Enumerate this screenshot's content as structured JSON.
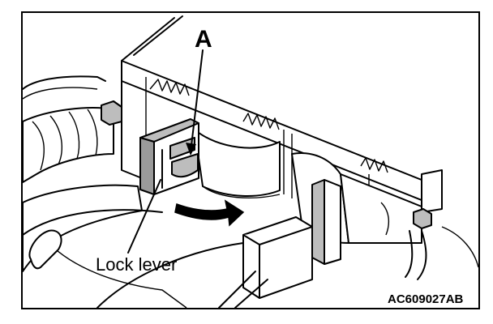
{
  "figure": {
    "callout_a": "A",
    "lock_lever_label": "Lock lever",
    "figure_code": "AC609027AB"
  },
  "colors": {
    "line": "#000000",
    "background": "#ffffff",
    "shade_light": "#bdbdbd",
    "shade_dark": "#9a9a9a"
  }
}
